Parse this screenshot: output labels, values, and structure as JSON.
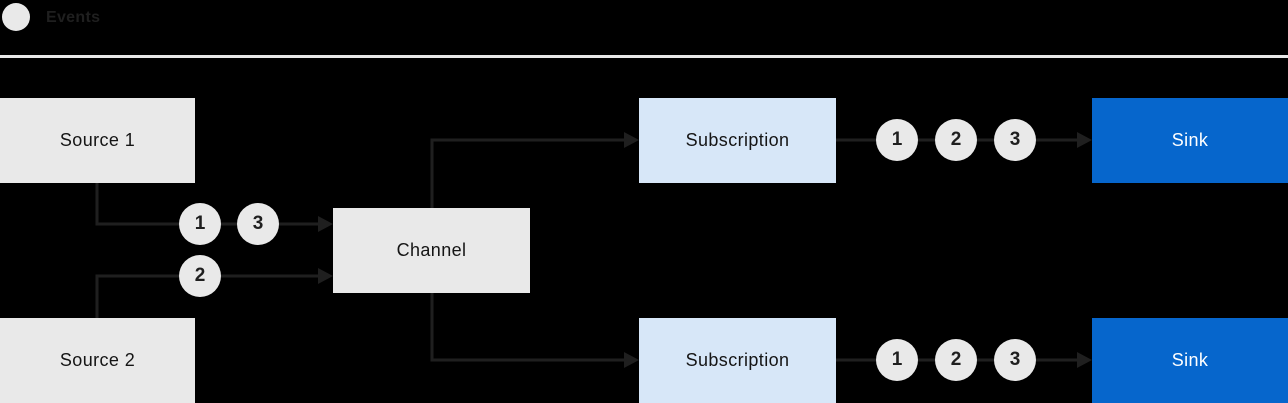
{
  "legend": {
    "label": "Events"
  },
  "colors": {
    "background": "#000000",
    "node_gray": "#e9e9e9",
    "node_light_blue": "#d7e7f8",
    "node_blue": "#0666cc",
    "connector": "#1f1f1f",
    "divider": "#e8e8e8",
    "label_text": "#151515",
    "sink_text": "#ffffff"
  },
  "nodes": {
    "source1": {
      "label": "Source 1"
    },
    "source2": {
      "label": "Source 2"
    },
    "channel": {
      "label": "Channel"
    },
    "subscription_top": {
      "label": "Subscription"
    },
    "subscription_bottom": {
      "label": "Subscription"
    },
    "sink_top": {
      "label": "Sink"
    },
    "sink_bottom": {
      "label": "Sink"
    }
  },
  "events": {
    "source1_to_channel": [
      "1",
      "3"
    ],
    "source2_to_channel": [
      "2"
    ],
    "subscription_top_to_sink": [
      "1",
      "2",
      "3"
    ],
    "subscription_bottom_to_sink": [
      "1",
      "2",
      "3"
    ]
  }
}
